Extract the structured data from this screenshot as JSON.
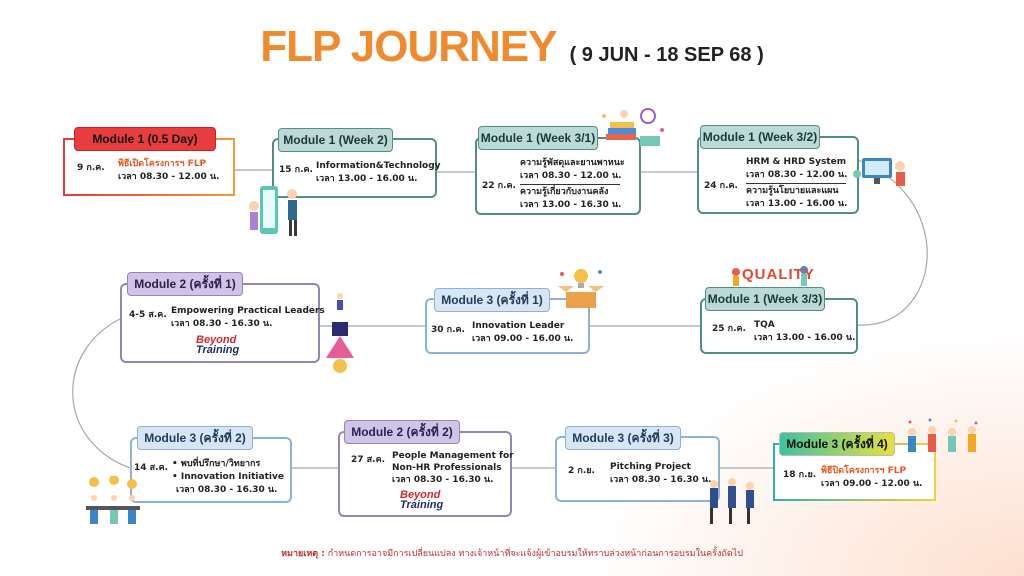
{
  "title": "FLP JOURNEY",
  "subtitle": "( 9 JUN -  18 SEP 68 )",
  "colors": {
    "red": "#e33b3b",
    "teal": "#4e8f87",
    "purple": "#9685b8",
    "blue": "#8db2d6",
    "orange_accent": "#e8561d",
    "title": "#f08a2c"
  },
  "cards": {
    "c1": {
      "header": "Module 1 (0.5 Day)",
      "date": "9 ก.ค.",
      "line1": "พิธีเปิดโครงการฯ FLP",
      "line2": "เวลา 08.30 - 12.00 น."
    },
    "c2": {
      "header": "Module 1 (Week 2)",
      "date": "15 ก.ค.",
      "line1": "Information&Technology",
      "line2": "เวลา 13.00 - 16.00 น."
    },
    "c3": {
      "header": "Module 1 (Week 3/1)",
      "date": "22 ก.ค.",
      "line1": "ความรู้พัสดุและยานพาหนะ",
      "line2": "เวลา 08.30 - 12.00 น.",
      "line3": "ความรู้เกี่ยวกับงานคลัง",
      "line4": "เวลา 13.00 - 16.30 น."
    },
    "c4": {
      "header": "Module 1 (Week 3/2)",
      "date": "24 ก.ค.",
      "line1": "HRM & HRD System",
      "line2": "เวลา 08.30 - 12.00 น.",
      "line3": "ความรู้นโยบายและแผน",
      "line4": "เวลา 13.00 - 16.00 น."
    },
    "c5": {
      "header": "Module 2 (ครั้งที่ 1)",
      "date": "4-5 ส.ค.",
      "line1": "Empowering Practical Leaders",
      "line2": "เวลา 08.30 - 16.30 น.",
      "logo1": "Beyond",
      "logo2": "Training"
    },
    "c6": {
      "header": "Module 3 (ครั้งที่ 1)",
      "date": "30 ก.ค.",
      "line1": "Innovation Leader",
      "line2": "เวลา 09.00 - 16.00 น."
    },
    "c7": {
      "header": "Module 1 (Week 3/3)",
      "date": "25 ก.ค.",
      "line1": "TQA",
      "line2": "เวลา 13.00 - 16.00 น."
    },
    "c8": {
      "header": "Module 3 (ครั้งที่ 2)",
      "date": "14 ส.ค.",
      "line1": "•  พบที่ปรึกษา/วิทยากร",
      "line2": "•  Innovation Initiative",
      "line3": "เวลา 08.30 - 16.30 น."
    },
    "c9": {
      "header": "Module 2 (ครั้งที่ 2)",
      "date": "27 ส.ค.",
      "line1": "People Management for",
      "line2": "Non-HR Professionals",
      "line3": "เวลา 08.30 - 16.30 น.",
      "logo1": "Beyond",
      "logo2": "Training"
    },
    "c10": {
      "header": "Module 3 (ครั้งที่ 3)",
      "date": "2 ก.ย.",
      "line1": "Pitching Project",
      "line2": "เวลา 08.30 - 16.30 น."
    },
    "c11": {
      "header": "Module 3 (ครั้งที่ 4)",
      "date": "18 ก.ย.",
      "line1": "พิธีปิดโครงการฯ FLP",
      "line2": "เวลา 09.00 - 12.00 น."
    }
  },
  "quality_label": "QUALITY",
  "note": {
    "label": "หมายเหตุ :",
    "text": "กำหนดการอาจมีการเปลี่ยนแปลง ทางเจ้าหน้าที่จะแจ้งผู้เข้าอบรมให้ทราบล่วงหน้าก่อนการอบรมในครั้งถัดไป"
  }
}
